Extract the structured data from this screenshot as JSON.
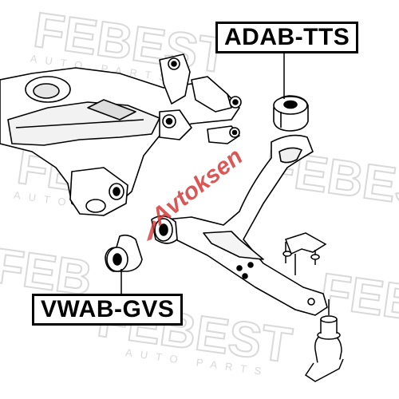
{
  "labels": {
    "top_part_number": "ADAB-TTS",
    "bottom_part_number": "VWAB-GVS"
  },
  "watermark": {
    "brand": "FEBEST",
    "subtitle": "AUTO PARTS"
  },
  "seller_watermark": {
    "text": "Avtoksen",
    "color": "#d43a3a"
  },
  "colors": {
    "line": "#000000",
    "watermark": "#d9d9d9"
  }
}
